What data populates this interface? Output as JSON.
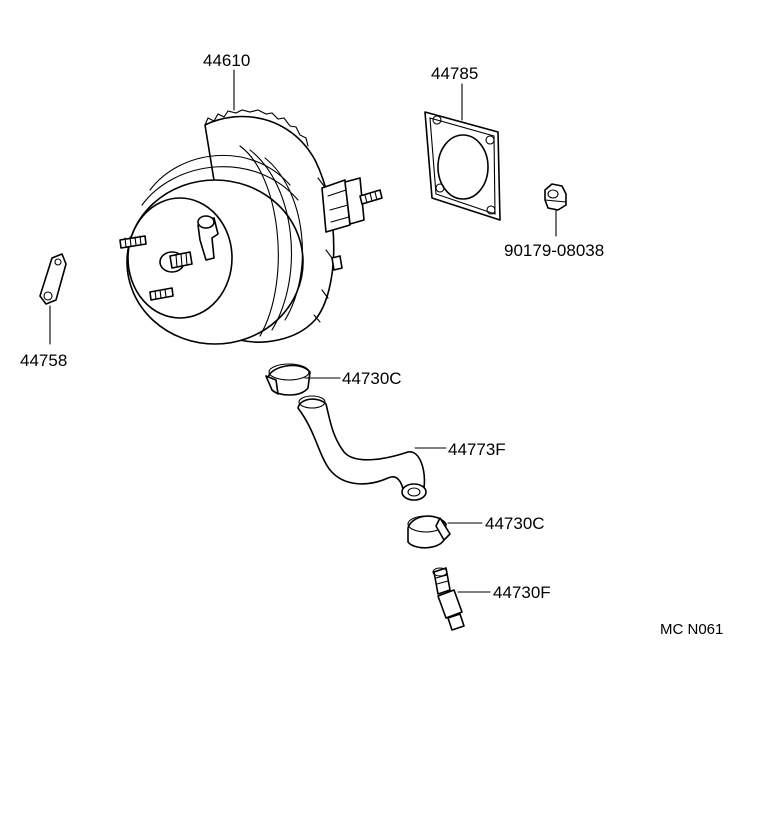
{
  "parts": {
    "booster": "44610",
    "gasket": "44785",
    "nut": "90179-08038",
    "plate": "44758",
    "clamp_upper": "44730C",
    "hose": "44773F",
    "clamp_lower": "44730C",
    "check_valve": "44730F"
  },
  "drawing_code": "MC N061"
}
